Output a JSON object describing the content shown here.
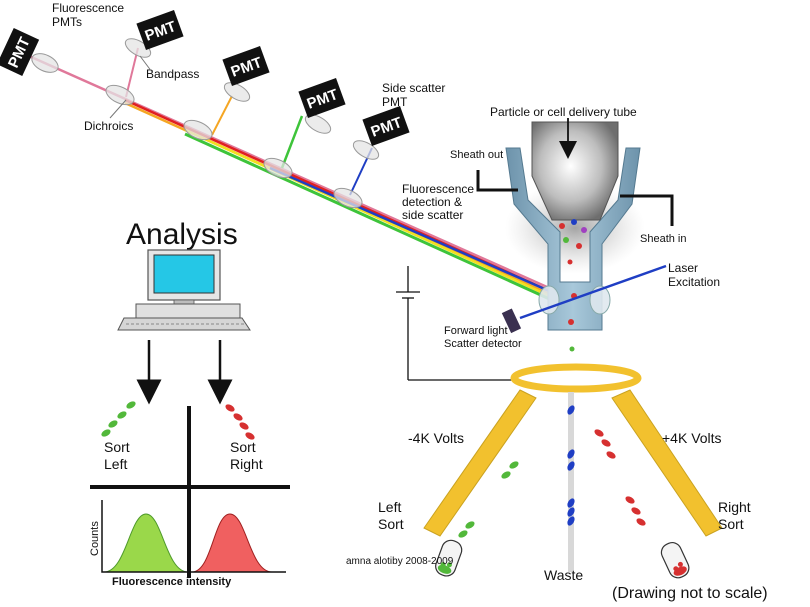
{
  "title": "",
  "labels": {
    "fluorescence_pmts": [
      "Fluorescence",
      "PMTs"
    ],
    "bandpass": "Bandpass",
    "dichroics": "Dichroics",
    "side_scatter_pmt": [
      "Side scatter",
      "PMT"
    ],
    "delivery_tube": "Particle or cell delivery tube",
    "sheath_out": "Sheath out",
    "sheath_in": "Sheath in",
    "fluorescence_detection": [
      "Fluorescence",
      "detection &",
      "side scatter"
    ],
    "laser_excitation": [
      "Laser",
      "Excitation"
    ],
    "forward_scatter": [
      "Forward light",
      "Scatter detector"
    ],
    "analysis": "Analysis",
    "sort_left": [
      "Sort",
      "Left"
    ],
    "sort_right": [
      "Sort",
      "Right"
    ],
    "counts": "Counts",
    "fluorescence_intensity": "Fluorescence intensity",
    "minus_volts": "-4K Volts",
    "plus_volts": "+4K Volts",
    "left_sort": [
      "Left",
      "Sort"
    ],
    "right_sort": [
      "Right",
      "Sort"
    ],
    "waste": "Waste",
    "credit": "amna alotiby 2008-2009",
    "scale_note": "(Drawing not to scale)"
  },
  "pmt_label": "PMT",
  "colors": {
    "detector_dark": "#111111",
    "beam_pink": "#e0789a",
    "beam_orange": "#f5a623",
    "beam_green": "#3ec43a",
    "beam_blue": "#1f3ec4",
    "beam_red": "#e02020",
    "plate_yellow": "#f2c12e",
    "nozzle_blue": "#7fa8c0",
    "drop_green": "#52b83a",
    "drop_red": "#d63030",
    "drop_blue": "#1f3ec4",
    "hist_green": "#9ad84a",
    "hist_red": "#f06060",
    "monitor_screen": "#25c7e6"
  }
}
